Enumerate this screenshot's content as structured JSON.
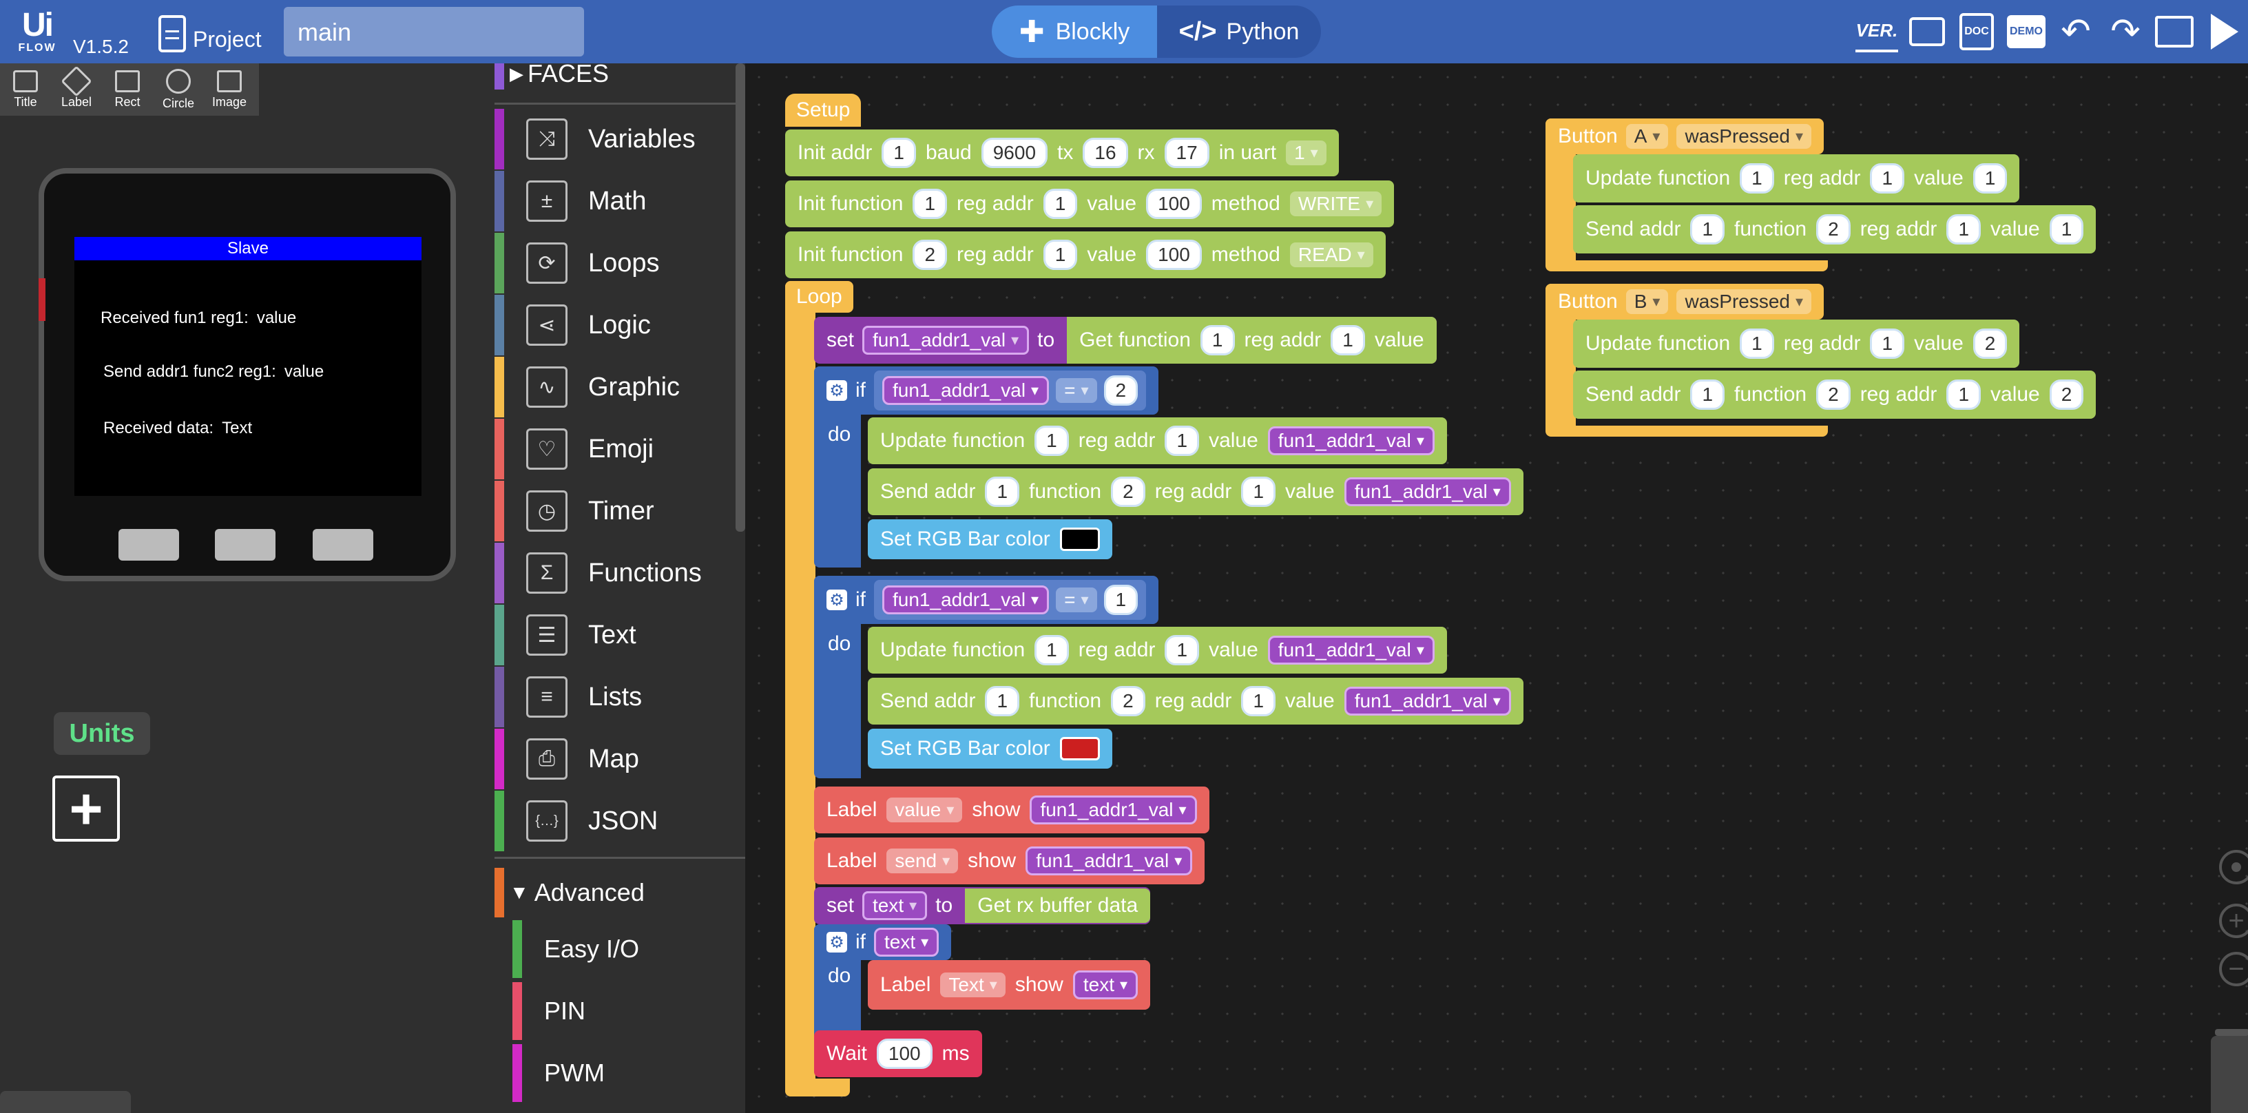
{
  "app": {
    "logo": "UiFLOW",
    "version": "V1.5.2",
    "project_label": "Project",
    "file_name": "main"
  },
  "mode_tabs": [
    {
      "label": "Blockly",
      "active": true
    },
    {
      "label": "Python",
      "active": false
    }
  ],
  "top_right_icons": [
    "VER.",
    "DOC",
    "DEMO"
  ],
  "ui_tools": [
    "Title",
    "Label",
    "Rect",
    "Circle",
    "Image"
  ],
  "device_screen": {
    "title": "Slave",
    "lines": [
      {
        "label": "Received fun1 reg1:",
        "value": "value"
      },
      {
        "label": "Send addr1 func2 reg1:",
        "value": "value"
      },
      {
        "label": "Received data:",
        "value": "Text"
      }
    ]
  },
  "units": {
    "label": "Units"
  },
  "toolbox": {
    "partial_header": "FACES",
    "items": [
      "Variables",
      "Math",
      "Loops",
      "Logic",
      "Graphic",
      "Emoji",
      "Timer",
      "Functions",
      "Text",
      "Lists",
      "Map",
      "JSON"
    ],
    "advanced_label": "Advanced",
    "advanced_items": [
      "Easy I/O",
      "PIN",
      "PWM"
    ]
  },
  "colors": {
    "topbar": "#3a63b4",
    "green_block": "#a5c95b",
    "orange_block": "#f6bd4c",
    "purple_block": "#8a3aa8",
    "blue_block": "#3a66b4",
    "red_block": "#e8635e",
    "screen_title_bg": "#0000ff"
  },
  "blocks": {
    "setup": "Setup",
    "init_addr": {
      "t1": "Init addr",
      "addr": "1",
      "t2": "baud",
      "baud": "9600",
      "t3": "tx",
      "tx": "16",
      "t4": "rx",
      "rx": "17",
      "t5": "in uart",
      "uart": "1"
    },
    "init_fn1": {
      "t1": "Init function",
      "fn": "1",
      "t2": "reg addr",
      "reg": "1",
      "t3": "value",
      "val": "100",
      "t4": "method",
      "method": "WRITE"
    },
    "init_fn2": {
      "t1": "Init function",
      "fn": "2",
      "t2": "reg addr",
      "reg": "1",
      "t3": "value",
      "val": "100",
      "t4": "method",
      "method": "READ"
    },
    "loop": "Loop",
    "set_var": {
      "t1": "set",
      "var": "fun1_addr1_val",
      "t2": "to",
      "t3": "Get function",
      "fn": "1",
      "t4": "reg addr",
      "reg": "1",
      "t5": "value"
    },
    "if1": {
      "t1": "if",
      "var": "fun1_addr1_val",
      "op": "=",
      "num": "2",
      "do": "do"
    },
    "upd1": {
      "t1": "Update function",
      "fn": "1",
      "t2": "reg addr",
      "reg": "1",
      "t3": "value",
      "var": "fun1_addr1_val"
    },
    "send1": {
      "t1": "Send addr",
      "addr": "1",
      "t2": "function",
      "fn": "2",
      "t3": "reg addr",
      "reg": "1",
      "t4": "value",
      "var": "fun1_addr1_val"
    },
    "rgb1": {
      "t1": "Set RGB Bar color",
      "color": "#000000"
    },
    "if2": {
      "t1": "if",
      "var": "fun1_addr1_val",
      "op": "=",
      "num": "1",
      "do": "do"
    },
    "upd2": {
      "t1": "Update function",
      "fn": "1",
      "t2": "reg addr",
      "reg": "1",
      "t3": "value",
      "var": "fun1_addr1_val"
    },
    "send2": {
      "t1": "Send addr",
      "addr": "1",
      "t2": "function",
      "fn": "2",
      "t3": "reg addr",
      "reg": "1",
      "t4": "value",
      "var": "fun1_addr1_val"
    },
    "rgb2": {
      "t1": "Set RGB Bar color",
      "color": "#cc1f1f"
    },
    "label1": {
      "t1": "Label",
      "name": "value",
      "t2": "show",
      "var": "fun1_addr1_val"
    },
    "label2": {
      "t1": "Label",
      "name": "send",
      "t2": "show",
      "var": "fun1_addr1_val"
    },
    "set_text": {
      "t1": "set",
      "var": "text",
      "t2": "to",
      "t3": "Get rx buffer data"
    },
    "if3": {
      "t1": "if",
      "var": "text",
      "do": "do"
    },
    "label3": {
      "t1": "Label",
      "name": "Text",
      "t2": "show",
      "var": "text"
    },
    "wait": {
      "t1": "Wait",
      "num": "100",
      "t2": "ms"
    },
    "btnA": {
      "t1": "Button",
      "btn": "A",
      "evt": "wasPressed"
    },
    "btnA_upd": {
      "t1": "Update function",
      "fn": "1",
      "t2": "reg addr",
      "reg": "1",
      "t3": "value",
      "val": "1"
    },
    "btnA_send": {
      "t1": "Send addr",
      "addr": "1",
      "t2": "function",
      "fn": "2",
      "t3": "reg addr",
      "reg": "1",
      "t4": "value",
      "val": "1"
    },
    "btnB": {
      "t1": "Button",
      "btn": "B",
      "evt": "wasPressed"
    },
    "btnB_upd": {
      "t1": "Update function",
      "fn": "1",
      "t2": "reg addr",
      "reg": "1",
      "t3": "value",
      "val": "2"
    },
    "btnB_send": {
      "t1": "Send addr",
      "addr": "1",
      "t2": "function",
      "fn": "2",
      "t3": "reg addr",
      "reg": "1",
      "t4": "value",
      "val": "2"
    }
  }
}
